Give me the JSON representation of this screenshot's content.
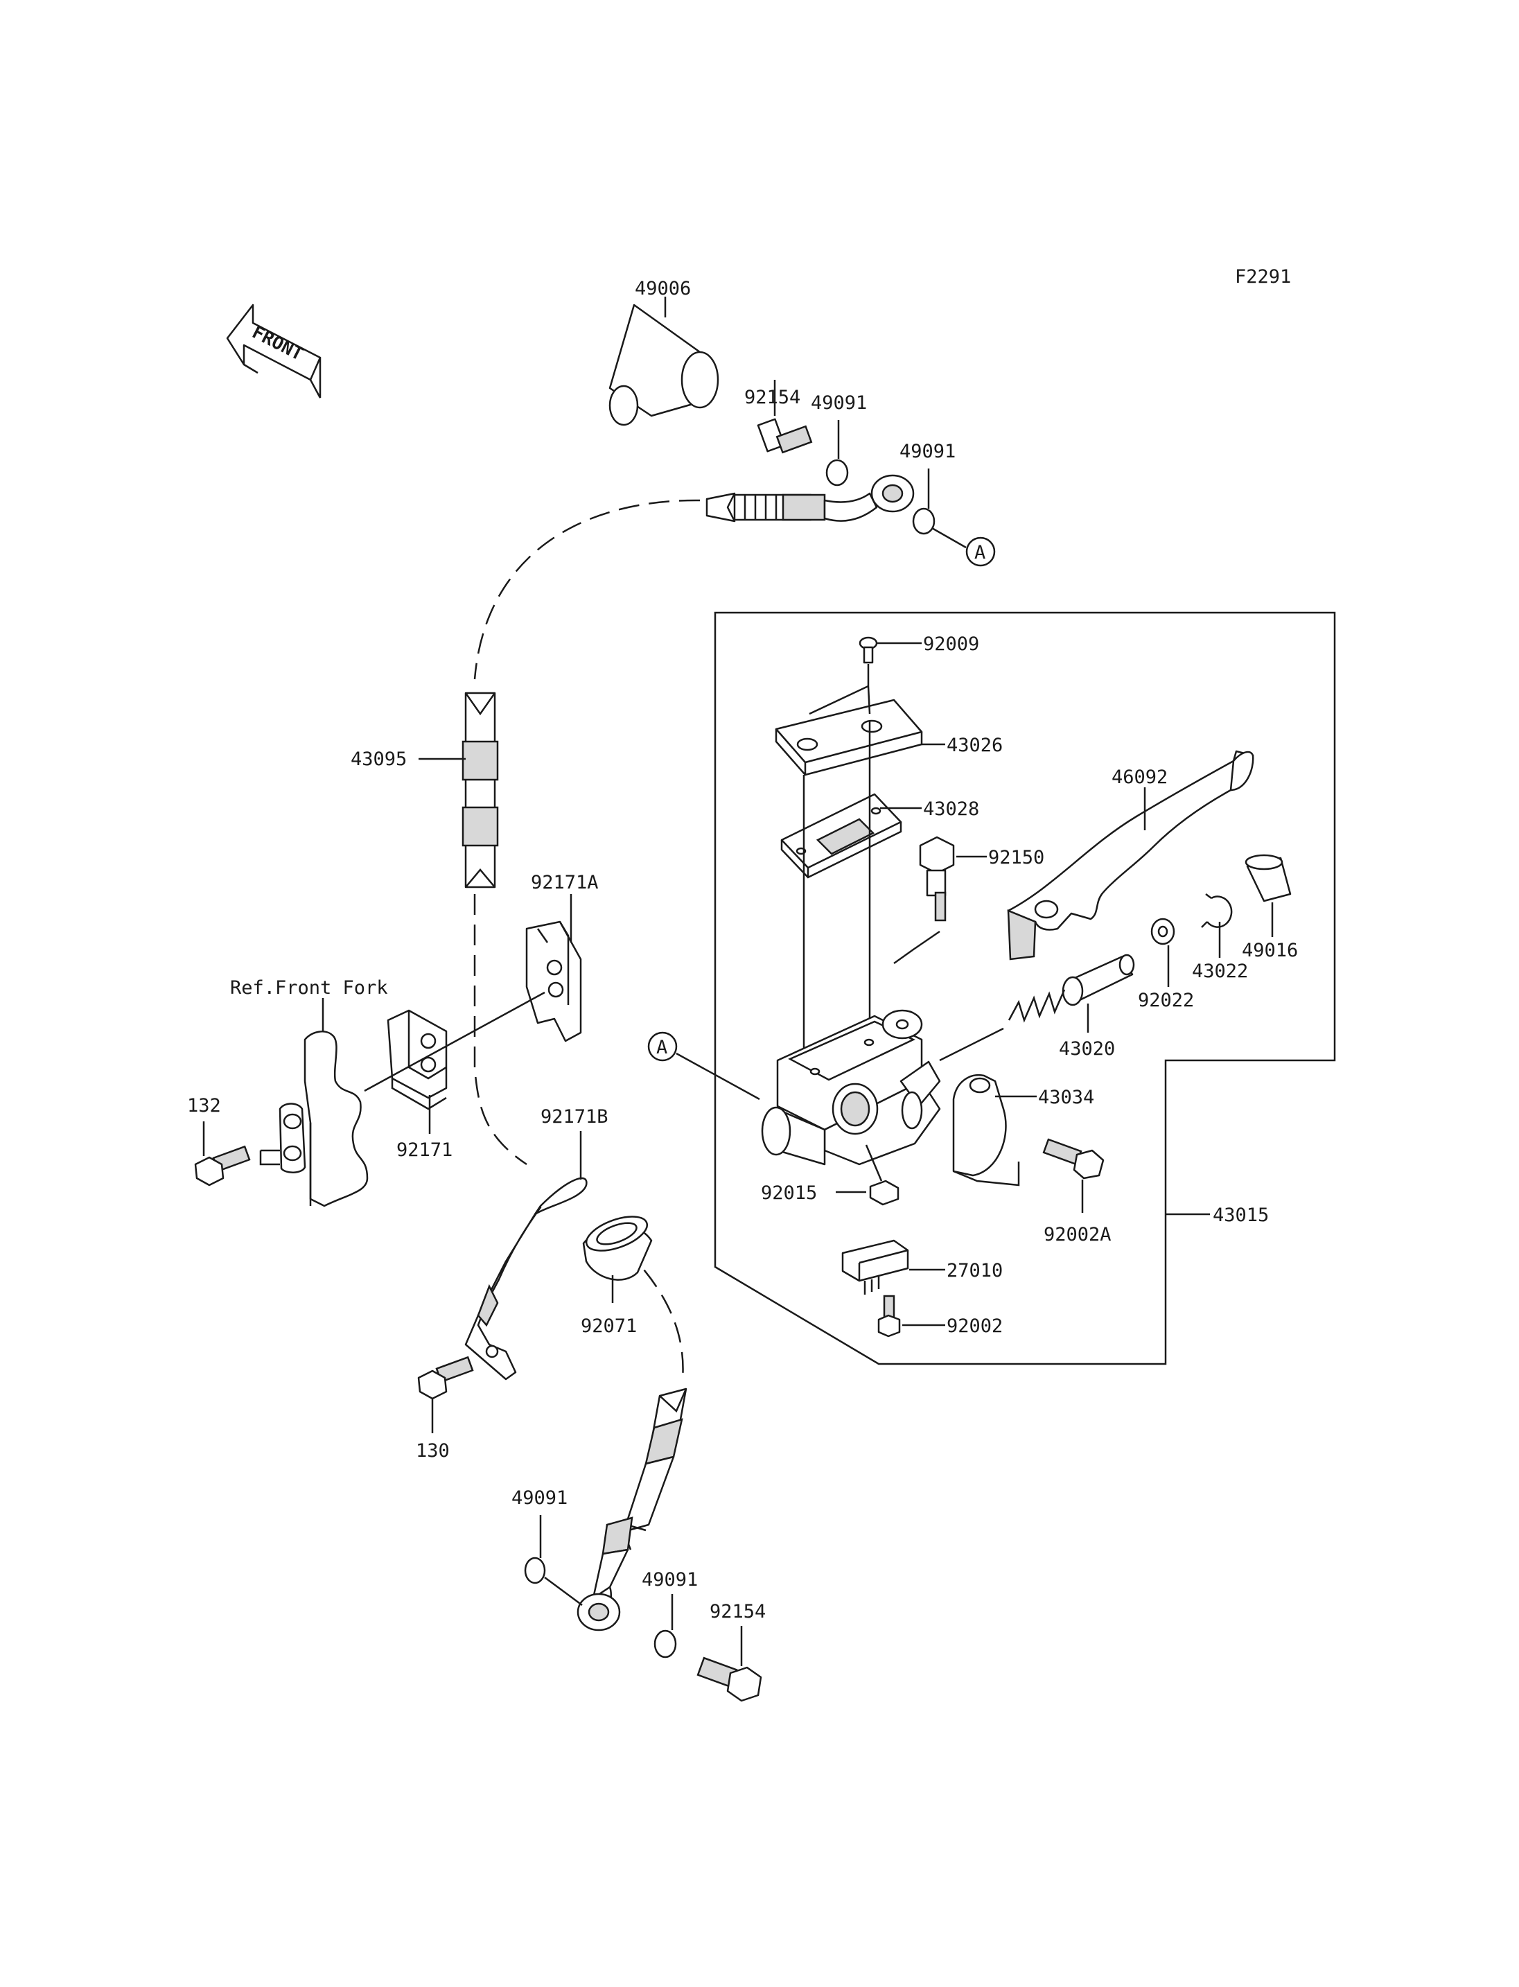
{
  "figure_code": "F2291",
  "front_arrow_label": "FRONT",
  "ref_note": "Ref.Front Fork",
  "ref_marker": "A",
  "part_numbers": {
    "p49006": "49006",
    "p92154_top": "92154",
    "p49091_top1": "49091",
    "p49091_top2": "49091",
    "p92009": "92009",
    "p43026": "43026",
    "p43028": "43028",
    "p46092": "46092",
    "p92150": "92150",
    "p43095": "43095",
    "p92171A": "92171A",
    "p49016": "49016",
    "p43022": "43022",
    "p92022": "92022",
    "p43020": "43020",
    "p43034": "43034",
    "p92015": "92015",
    "p92002A": "92002A",
    "p43015": "43015",
    "p27010": "27010",
    "p92002": "92002",
    "p132": "132",
    "p92171": "92171",
    "p92171B": "92171B",
    "p92071": "92071",
    "p130": "130",
    "p49091_bot1": "49091",
    "p49091_bot2": "49091",
    "p92154_bot": "92154"
  }
}
